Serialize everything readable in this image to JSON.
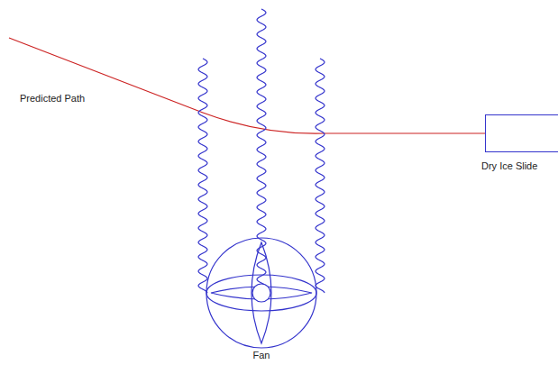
{
  "diagram": {
    "nodes": [
      {
        "text": [
          "Dry Ice Slide"
        ]
      },
      {
        "text": [
          "Fan"
        ]
      }
    ],
    "labels": [
      "Predicted Path"
    ]
  }
}
